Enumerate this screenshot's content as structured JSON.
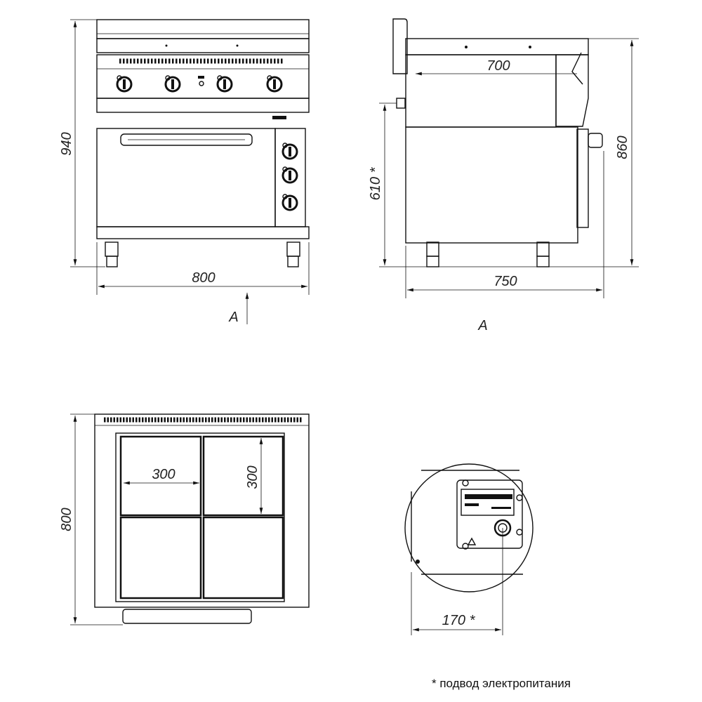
{
  "front_view": {
    "height_label": "940",
    "width_label": "800",
    "view_arrow_label": "A"
  },
  "side_view": {
    "depth_label": "750",
    "height_label": "860",
    "inner_depth_label": "700",
    "connection_height_label": "610 *",
    "view_label": "A"
  },
  "top_view": {
    "depth_label": "800",
    "hotplate_width_label": "300",
    "hotplate_depth_label": "300"
  },
  "detail_view": {
    "connection_offset_label": "170 *"
  },
  "footnote": "* подвод электропитания"
}
